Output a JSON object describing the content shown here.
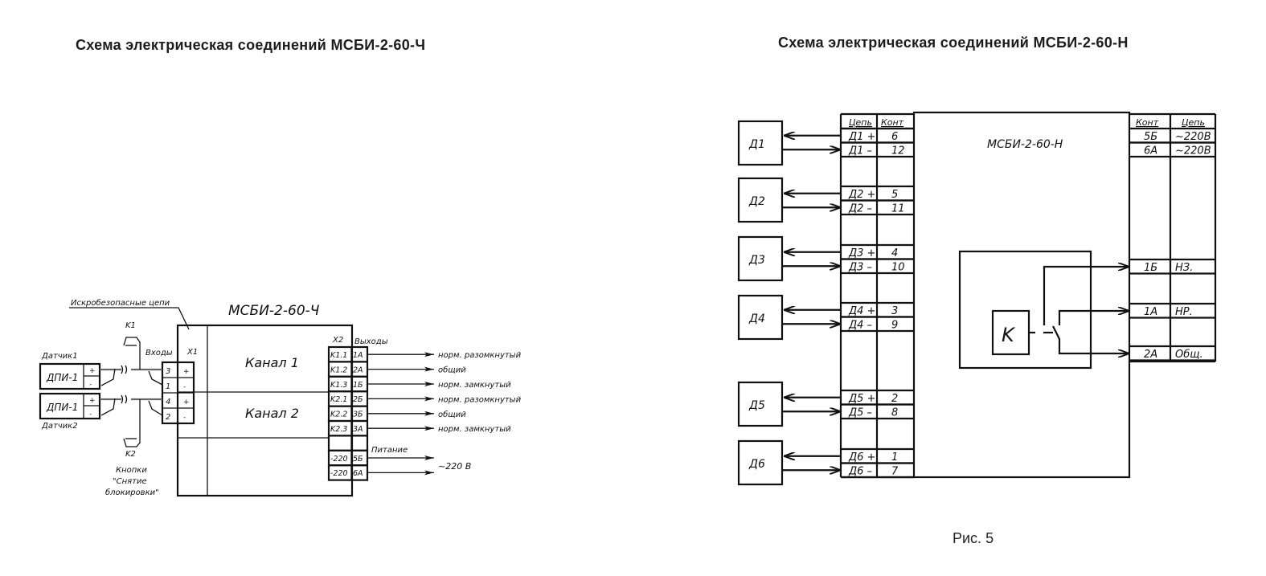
{
  "left_diagram": {
    "title": "Схема электрическая соединений МСБИ-2-60-Ч",
    "device_name": "МСБИ-2-60-Ч",
    "safe_circuits_label": "Искробезопасные цепи",
    "x1_label": "X1",
    "x2_label": "X2",
    "inputs_label": "Входы",
    "outputs_label": "Выходы",
    "channels": [
      "Канал 1",
      "Канал 2"
    ],
    "sensors": [
      {
        "caption": "Датчик1",
        "model": "ДПИ-1",
        "pins": [
          "+",
          "-"
        ]
      },
      {
        "caption": "Датчик2",
        "model": "ДПИ-1",
        "pins": [
          "+",
          "-"
        ]
      }
    ],
    "buttons": [
      "K1",
      "K2"
    ],
    "buttons_caption": [
      "Кнопки",
      "\"Снятие",
      "блокировки\""
    ],
    "x1_terminals": [
      {
        "num": "3",
        "sign": "+"
      },
      {
        "num": "1",
        "sign": "-"
      },
      {
        "num": "4",
        "sign": "+"
      },
      {
        "num": "2",
        "sign": "-"
      }
    ],
    "x2_terminals": [
      {
        "circuit": "K1.1",
        "contact": "1A",
        "desc": "норм. разомкнутый"
      },
      {
        "circuit": "K1.2",
        "contact": "2A",
        "desc": "общий"
      },
      {
        "circuit": "K1.3",
        "contact": "1Б",
        "desc": "норм. замкнутый"
      },
      {
        "circuit": "K2.1",
        "contact": "2Б",
        "desc": "норм. разомкнутый"
      },
      {
        "circuit": "K2.2",
        "contact": "3Б",
        "desc": "общий"
      },
      {
        "circuit": "K2.3",
        "contact": "3A",
        "desc": "норм. замкнутый"
      },
      {
        "circuit": "",
        "contact": "",
        "desc": ""
      },
      {
        "circuit": "-220",
        "contact": "5Б",
        "desc": ""
      },
      {
        "circuit": "-220",
        "contact": "6A",
        "desc": ""
      }
    ],
    "power_label": "Питание",
    "power_value": "~220 В"
  },
  "right_diagram": {
    "title": "Схема электрическая соединений МСБИ-2-60-Н",
    "device_name": "МСБИ-2-60-Н",
    "relay_label": "K",
    "left_table": {
      "headers": [
        "Цепь",
        "Конт"
      ],
      "rows": [
        {
          "circuit": "Д1 +",
          "contact": "6"
        },
        {
          "circuit": "Д1 –",
          "contact": "12"
        },
        {
          "circuit": "Д2 +",
          "contact": "5"
        },
        {
          "circuit": "Д2 –",
          "contact": "11"
        },
        {
          "circuit": "Д3 +",
          "contact": "4"
        },
        {
          "circuit": "Д3 –",
          "contact": "10"
        },
        {
          "circuit": "Д4 +",
          "contact": "3"
        },
        {
          "circuit": "Д4 –",
          "contact": "9"
        },
        {
          "circuit": "Д5 +",
          "contact": "2"
        },
        {
          "circuit": "Д5 –",
          "contact": "8"
        },
        {
          "circuit": "Д6 +",
          "contact": "1"
        },
        {
          "circuit": "Д6 –",
          "contact": "7"
        }
      ]
    },
    "sensors": [
      "Д1",
      "Д2",
      "Д3",
      "Д4",
      "Д5",
      "Д6"
    ],
    "right_table": {
      "headers": [
        "Конт",
        "Цепь"
      ],
      "rows": [
        {
          "contact": "5Б",
          "circuit": "~220В"
        },
        {
          "contact": "6A",
          "circuit": "~220В"
        },
        {
          "contact": "1Б",
          "circuit": "НЗ."
        },
        {
          "contact": "1A",
          "circuit": "НР."
        },
        {
          "contact": "2A",
          "circuit": "Общ."
        }
      ]
    }
  },
  "figure_caption": "Рис. 5"
}
